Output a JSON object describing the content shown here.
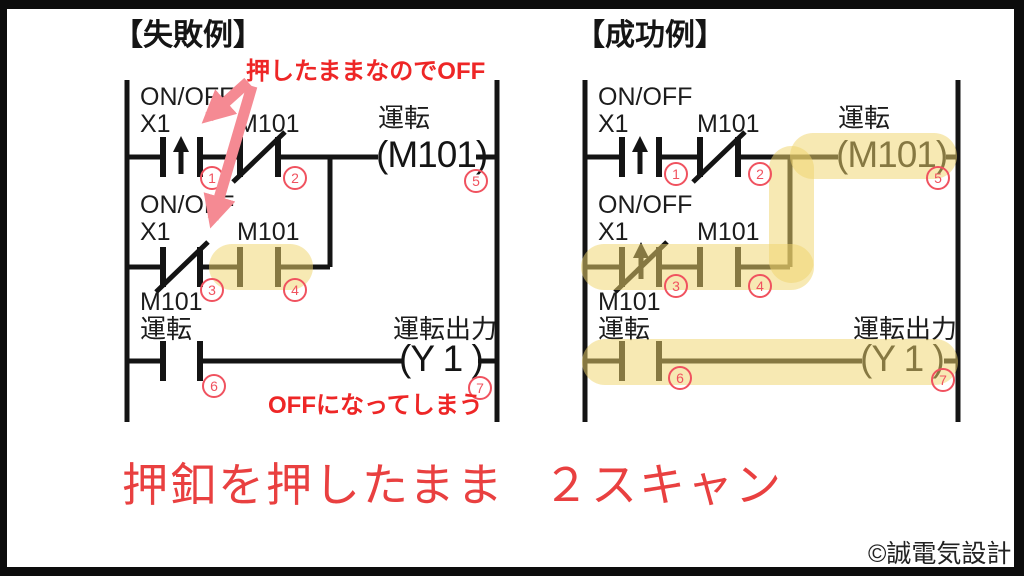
{
  "titles": {
    "fail": "【失敗例】",
    "success": "【成功例】"
  },
  "labels": {
    "on_off": "ON/OFF",
    "x1": "X1",
    "m101": "M101",
    "run": "運転",
    "run_output": "運転出力",
    "coil_m101": "(M101)",
    "coil_y1": "(Y 1 )"
  },
  "circles": {
    "n1": "1",
    "n2": "2",
    "n3": "3",
    "n4": "4",
    "n5": "5",
    "n6": "6",
    "n7": "7"
  },
  "annotations": {
    "pressed_off": "押したままなのでOFF",
    "turns_off": "OFFになってしまう",
    "caption_button": "押釦を押したまま",
    "caption_scan": "２スキャン",
    "copyright": "©誠電気設計"
  },
  "colors": {
    "line_black": "#141414",
    "highlight_yellow": "#f0d56e",
    "annotation_red": "#ee2626",
    "caption_red": "#e94040",
    "circle_red": "#f0525f",
    "arrow_pink": "#f58a93",
    "frame_black": "#0c0c0c"
  }
}
